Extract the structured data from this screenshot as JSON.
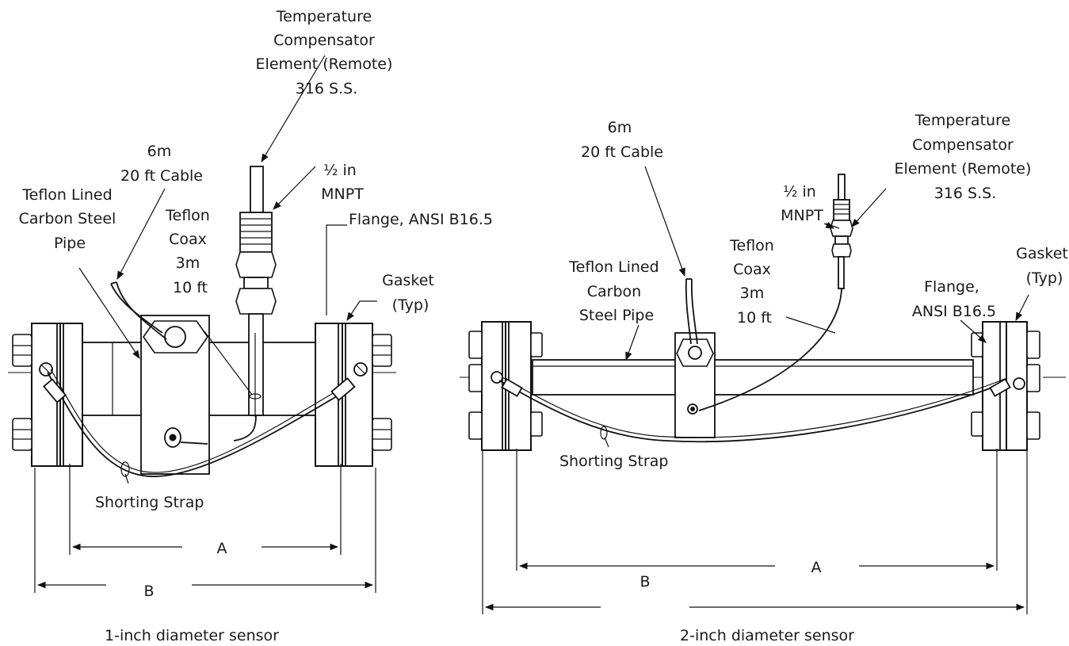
{
  "sensor_1inch": {
    "caption": "1-inch diameter sensor",
    "temp_element": [
      "Temperature",
      "Compensator",
      "Element (Remote)",
      "316 S.S."
    ],
    "mnpt": [
      "½ in",
      "MNPT"
    ],
    "cable": [
      "6m",
      "20 ft Cable"
    ],
    "pipe": [
      "Teflon Lined",
      "Carbon Steel",
      "Pipe"
    ],
    "coax": [
      "Teflon",
      "Coax",
      "3m",
      "10 ft"
    ],
    "flange": "Flange, ANSI B16.5",
    "gasket": [
      "Gasket",
      "(Typ)"
    ],
    "strap": "Shorting Strap",
    "dim_a": "A",
    "dim_b": "B"
  },
  "sensor_2inch": {
    "caption": "2-inch diameter sensor",
    "cable": [
      "6m",
      "20 ft Cable"
    ],
    "temp_element": [
      "Temperature",
      "Compensator",
      "Element (Remote)",
      "316 S.S."
    ],
    "mnpt": [
      "½ in",
      "MNPT"
    ],
    "coax": [
      "Teflon",
      "Coax",
      "3m",
      "10 ft"
    ],
    "pipe": [
      "Teflon Lined",
      "Carbon",
      "Steel Pipe"
    ],
    "gasket": [
      "Gasket",
      "(Typ)"
    ],
    "flange": [
      "Flange,",
      "ANSI B16.5"
    ],
    "strap": "Shorting Strap",
    "dim_a": "A",
    "dim_b": "B"
  }
}
